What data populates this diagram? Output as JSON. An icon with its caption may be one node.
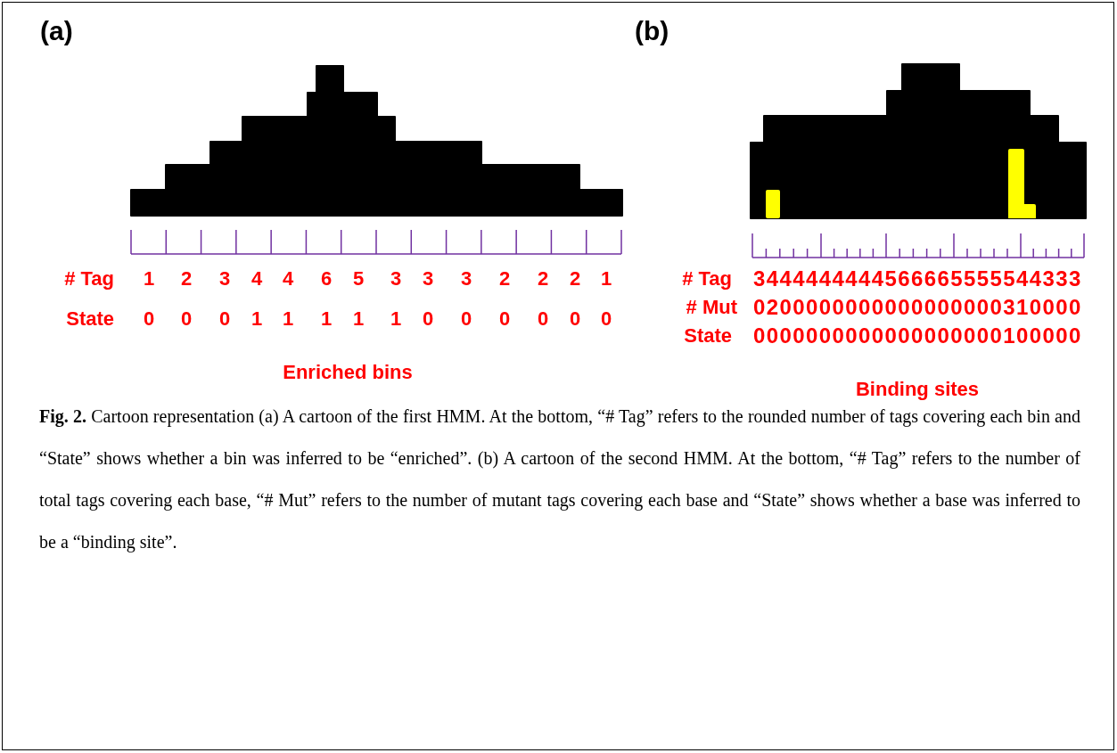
{
  "diagram": {
    "caption": "**Fig. 2.** Cartoon representation (a) A cartoon of the first HMM. At the bottom, “# Tag” refers to the rounded number of tags covering each bin and “State” shows whether a bin was inferred to be “enriched”. (b) A cartoon of the second HMM. At the bottom, “# Tag” refers to the number of total tags covering each base, “# Mut” refers to the number of mutant tags covering each base and “State” shows whether a base was inferred to be a “binding site”.",
    "labels": [
      "(a)",
      "# Tag",
      "1",
      "2",
      "3",
      "4",
      "4",
      "6",
      "5",
      "3",
      "3",
      "3",
      "2",
      "2",
      "2",
      "1",
      "State",
      "0",
      "0",
      "0",
      "1",
      "1",
      "1",
      "1",
      "1",
      "0",
      "0",
      "0",
      "0",
      "0",
      "0",
      "Enriched bins",
      "(b)",
      "# Tag",
      "3444444444566665555544333",
      "# Mut",
      "0200000000000000000310000",
      "State",
      "0000000000000000000100000",
      "Binding sites"
    ]
  }
}
